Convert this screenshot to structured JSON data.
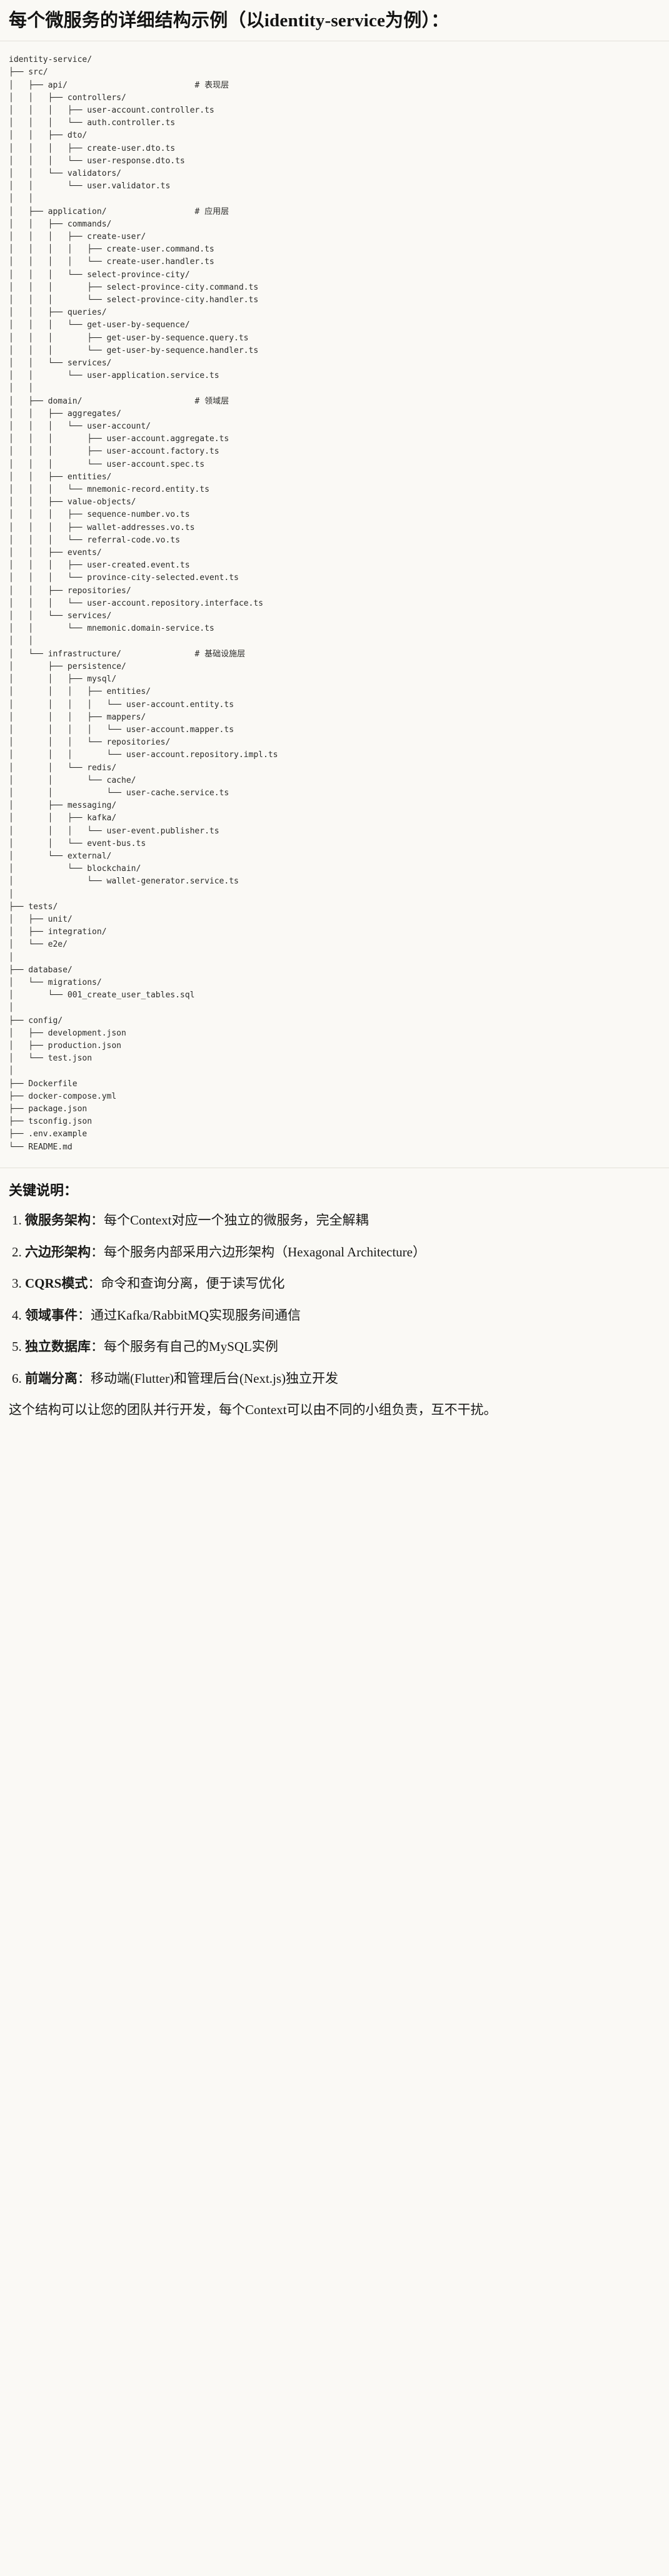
{
  "document": {
    "title": "每个微服务的详细结构示例（以identity-service为例）："
  },
  "code_block": {
    "language": "text",
    "tree": "identity-service/\n├── src/\n│   ├── api/                          # 表现层\n│   │   ├── controllers/\n│   │   │   ├── user-account.controller.ts\n│   │   │   └── auth.controller.ts\n│   │   ├── dto/\n│   │   │   ├── create-user.dto.ts\n│   │   │   └── user-response.dto.ts\n│   │   └── validators/\n│   │       └── user.validator.ts\n│   │\n│   ├── application/                  # 应用层\n│   │   ├── commands/\n│   │   │   ├── create-user/\n│   │   │   │   ├── create-user.command.ts\n│   │   │   │   └── create-user.handler.ts\n│   │   │   └── select-province-city/\n│   │   │       ├── select-province-city.command.ts\n│   │   │       └── select-province-city.handler.ts\n│   │   ├── queries/\n│   │   │   └── get-user-by-sequence/\n│   │   │       ├── get-user-by-sequence.query.ts\n│   │   │       └── get-user-by-sequence.handler.ts\n│   │   └── services/\n│   │       └── user-application.service.ts\n│   │\n│   ├── domain/                       # 领域层\n│   │   ├── aggregates/\n│   │   │   └── user-account/\n│   │   │       ├── user-account.aggregate.ts\n│   │   │       ├── user-account.factory.ts\n│   │   │       └── user-account.spec.ts\n│   │   ├── entities/\n│   │   │   └── mnemonic-record.entity.ts\n│   │   ├── value-objects/\n│   │   │   ├── sequence-number.vo.ts\n│   │   │   ├── wallet-addresses.vo.ts\n│   │   │   └── referral-code.vo.ts\n│   │   ├── events/\n│   │   │   ├── user-created.event.ts\n│   │   │   └── province-city-selected.event.ts\n│   │   ├── repositories/\n│   │   │   └── user-account.repository.interface.ts\n│   │   └── services/\n│   │       └── mnemonic.domain-service.ts\n│   │\n│   └── infrastructure/               # 基础设施层\n│       ├── persistence/\n│       │   ├── mysql/\n│       │   │   ├── entities/\n│       │   │   │   └── user-account.entity.ts\n│       │   │   ├── mappers/\n│       │   │   │   └── user-account.mapper.ts\n│       │   │   └── repositories/\n│       │   │       └── user-account.repository.impl.ts\n│       │   └── redis/\n│       │       └── cache/\n│       │           └── user-cache.service.ts\n│       ├── messaging/\n│       │   ├── kafka/\n│       │   │   └── user-event.publisher.ts\n│       │   └── event-bus.ts\n│       └── external/\n│           └── blockchain/\n│               └── wallet-generator.service.ts\n│\n├── tests/\n│   ├── unit/\n│   ├── integration/\n│   └── e2e/\n│\n├── database/\n│   └── migrations/\n│       └── 001_create_user_tables.sql\n│\n├── config/\n│   ├── development.json\n│   ├── production.json\n│   └── test.json\n│\n├── Dockerfile\n├── docker-compose.yml\n├── package.json\n├── tsconfig.json\n├── .env.example\n└── README.md"
  },
  "notes": {
    "heading": "关键说明：",
    "items": [
      {
        "term": "微服务架构",
        "sep": "：",
        "desc": "每个Context对应一个独立的微服务，完全解耦"
      },
      {
        "term": "六边形架构",
        "sep": "：",
        "desc": "每个服务内部采用六边形架构（Hexagonal Architecture）"
      },
      {
        "term": "CQRS模式",
        "sep": "：",
        "desc": "命令和查询分离，便于读写优化"
      },
      {
        "term": "领域事件",
        "sep": "：",
        "desc": "通过Kafka/RabbitMQ实现服务间通信"
      },
      {
        "term": "独立数据库",
        "sep": "：",
        "desc": "每个服务有自己的MySQL实例"
      },
      {
        "term": "前端分离",
        "sep": "：",
        "desc": "移动端(Flutter)和管理后台(Next.js)独立开发"
      }
    ],
    "closing": "这个结构可以让您的团队并行开发，每个Context可以由不同的小组负责，互不干扰。"
  },
  "colors": {
    "page_background": "#faf9f5",
    "text": "#1a1a18",
    "code_text": "#2b2b29",
    "divider": "#e3e1d9"
  }
}
